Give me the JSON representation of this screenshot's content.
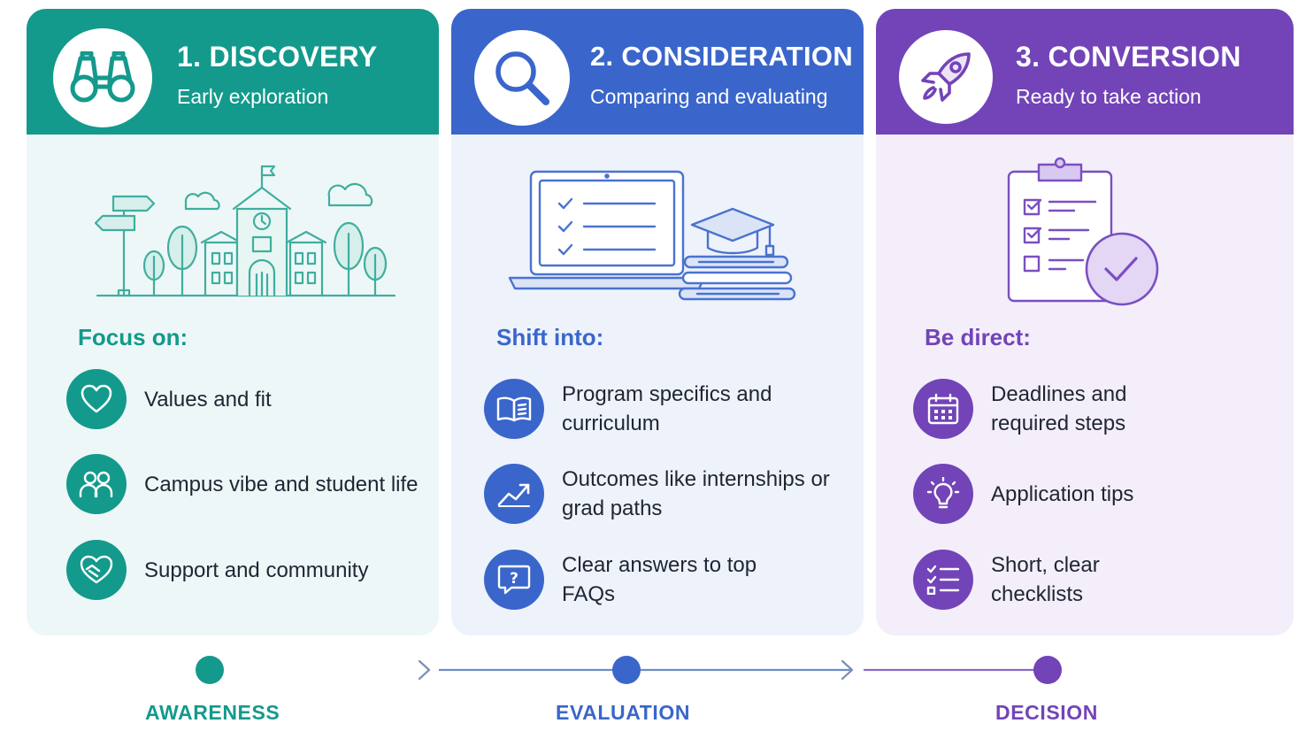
{
  "stages": [
    {
      "title": "1. DISCOVERY",
      "subtitle": "Early exploration",
      "focus_label": "Focus on:",
      "items": [
        "Values and fit",
        "Campus vibe and student life",
        "Support and community"
      ],
      "icons": [
        "binoculars-icon",
        "heart-icon",
        "people-icon",
        "handshake-heart-icon"
      ]
    },
    {
      "title": "2. CONSIDERATION",
      "subtitle": "Comparing and evaluating",
      "focus_label": "Shift into:",
      "items": [
        "Program specifics and curriculum",
        "Outcomes like internships or grad paths",
        "Clear answers to top FAQs"
      ],
      "icons": [
        "magnifier-icon",
        "open-book-icon",
        "growth-chart-icon",
        "question-bubble-icon"
      ]
    },
    {
      "title": "3. CONVERSION",
      "subtitle": "Ready to take action",
      "focus_label": "Be direct:",
      "items": [
        "Deadlines and required steps",
        "Application tips",
        "Short, clear checklists"
      ],
      "icons": [
        "rocket-icon",
        "calendar-icon",
        "lightbulb-icon",
        "checklist-icon"
      ]
    }
  ],
  "timeline": {
    "labels": [
      "AWARENESS",
      "EVALUATION",
      "DECISION"
    ]
  },
  "colors": {
    "teal": "#139a8c",
    "blue": "#3a66cb",
    "purple": "#7244b7",
    "text": "#1f2533"
  }
}
